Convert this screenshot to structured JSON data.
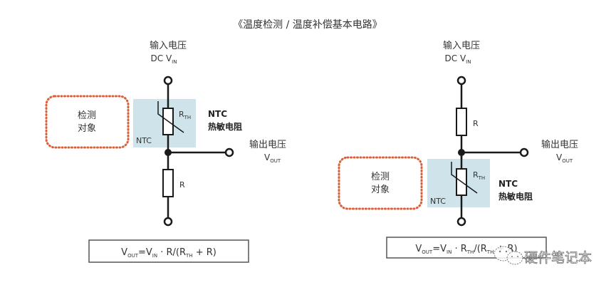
{
  "title": "《温度检测 / 温度补偿基本电路》",
  "colors": {
    "ntc_fill": "#cfe4ea",
    "dotted_border": "#d9603a",
    "wire": "#1a1a1a"
  },
  "left_circuit": {
    "input_label": "输入电压",
    "input_dc": "DC V",
    "input_sub": "IN",
    "object_label_line1": "检测",
    "object_label_line2": "对象",
    "ntc_box_label": "NTC",
    "rth_label": "R",
    "rth_sub": "TH",
    "ntc_title": "NTC",
    "ntc_desc": "热敏电阻",
    "output_label": "输出电压",
    "output_v": "V",
    "output_sub": "OUT",
    "r_label": "R",
    "formula": {
      "v": "V",
      "vout_sub": "OUT",
      "eq": "=V",
      "vin_sub": "IN",
      "rest1": " · R/(R",
      "rth_sub": "TH",
      "rest2": " + R)"
    }
  },
  "right_circuit": {
    "input_label": "输入电压",
    "input_dc": "DC V",
    "input_sub": "IN",
    "r_label": "R",
    "output_label": "输出电压",
    "output_v": "V",
    "output_sub": "OUT",
    "object_label_line1": "检测",
    "object_label_line2": "对象",
    "ntc_box_label": "NTC",
    "rth_label": "R",
    "rth_sub": "TH",
    "ntc_title": "NTC",
    "ntc_desc": "热敏电阻",
    "formula": {
      "v": "V",
      "vout_sub": "OUT",
      "eq": "=V",
      "vin_sub": "IN",
      "rest1": " · R",
      "rth_sub": "TH",
      "rest2": "/(R",
      "rth_sub2": "TH",
      "rest3": " + R)"
    }
  },
  "watermark": {
    "icon": "wechat-icon",
    "text": "硬件笔记本"
  }
}
